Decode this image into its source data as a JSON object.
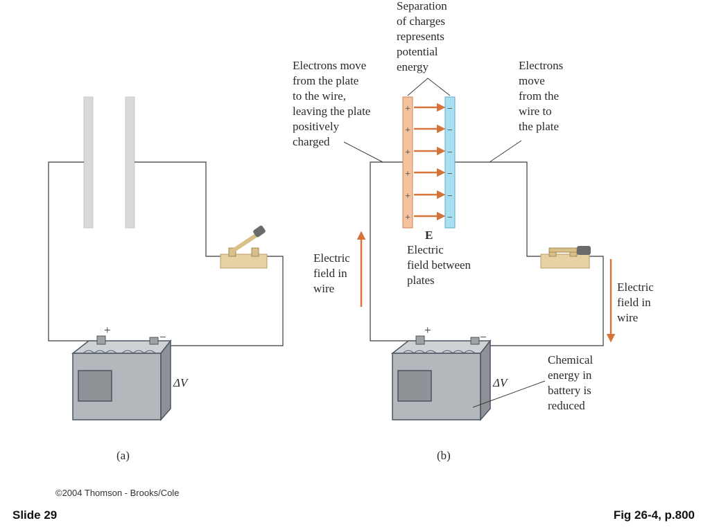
{
  "panel_a": {
    "plus_sign": "+",
    "minus_sign": "−",
    "voltage_label": "ΔV",
    "caption": "(a)"
  },
  "panel_b": {
    "plus_sign": "+",
    "minus_sign": "−",
    "voltage_label": "ΔV",
    "caption": "(b)",
    "field_symbol": "E",
    "separation_label": [
      "Separation",
      "of charges",
      "represents",
      "potential",
      "energy"
    ],
    "electrons_left_label": [
      "Electrons move",
      "from the plate",
      "to the wire,",
      "leaving the plate",
      "positively",
      "charged"
    ],
    "electrons_right_label": [
      "Electrons",
      "move",
      "from the",
      "wire to",
      "the plate"
    ],
    "field_between_label": [
      "Electric",
      "field between",
      "plates"
    ],
    "field_wire_left_label": [
      "Electric",
      "field in",
      "wire"
    ],
    "field_wire_right_label": [
      "Electric",
      "field in",
      "wire"
    ],
    "chemical_label": [
      "Chemical",
      "energy in",
      "battery is",
      "reduced"
    ]
  },
  "footer": {
    "copyright": "©2004 Thomson - Brooks/Cole",
    "slide": "Slide 29",
    "figure": "Fig 26-4, p.800"
  },
  "colors": {
    "wire": "#3a3a3a",
    "positive_plate": "#f4c29f",
    "negative_plate": "#a9dff0",
    "field_arrow": "#d6733a",
    "battery": "#b4b7bb",
    "switch": "#e7d2a6"
  }
}
